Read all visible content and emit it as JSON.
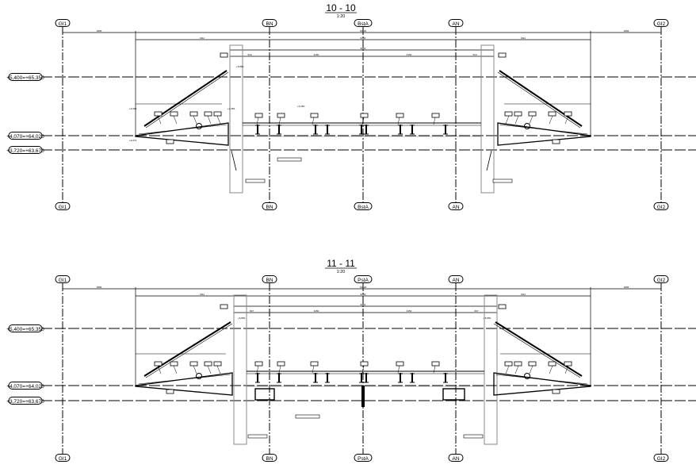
{
  "sections": [
    {
      "title": "10 - 10",
      "scale": "1:20",
      "axes": [
        "GI1",
        "BN",
        "BstA",
        "AN",
        "GI2"
      ],
      "levels": [
        "+5,400=+65,350",
        "+4,070=+64,020",
        "+3,720=+63,670"
      ],
      "dims": {
        "outer_left": "1866",
        "outer_right": "1866",
        "span": "3111",
        "span_right": "3111",
        "center_top": "10622",
        "center_mid": "6200",
        "deck": "6850",
        "left_bay": "510",
        "bay1": "3150",
        "bay2": "3150",
        "right_bay": "510"
      },
      "elevations": [
        "+5,850",
        "+4,600",
        "+4,382",
        "+4,250",
        "+4,073"
      ]
    },
    {
      "title": "11 - 11",
      "scale": "1:20",
      "axes": [
        "GI1",
        "BN",
        "PstA",
        "AN",
        "GI2"
      ],
      "levels": [
        "+5,400=+65,350",
        "+4,070=+64,020",
        "+3,720=+63,670"
      ],
      "dims": {
        "outer_left": "1866",
        "outer_right": "1866",
        "span": "3111",
        "span_right": "3111",
        "center_top": "10622",
        "center_mid": "6200",
        "deck": "6850",
        "left_bay": "697",
        "bay1": "3150",
        "bay2": "3150",
        "right_bay": "697"
      },
      "elevations": [
        "+5,850",
        "+5,850"
      ]
    }
  ]
}
